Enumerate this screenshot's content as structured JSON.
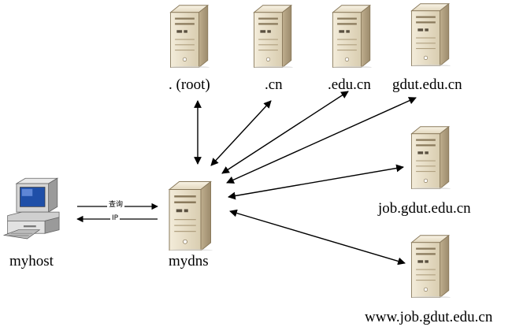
{
  "nodes": {
    "root": {
      "label": ". (root)",
      "icon": "server-icon"
    },
    "cn": {
      "label": ".cn",
      "icon": "server-icon"
    },
    "edu": {
      "label": ".edu.cn",
      "icon": "server-icon"
    },
    "gdut": {
      "label": "gdut.edu.cn",
      "icon": "server-icon"
    },
    "job": {
      "label": "job.gdut.edu.cn",
      "icon": "server-icon"
    },
    "www": {
      "label": "www.job.gdut.edu.cn",
      "icon": "server-icon"
    },
    "mydns": {
      "label": "mydns",
      "icon": "server-icon"
    },
    "myhost": {
      "label": "myhost",
      "icon": "desktop-computer-icon"
    }
  },
  "edges": {
    "query_label": "查询",
    "reply_label": "IP"
  },
  "colors": {
    "server_body": "#e6dcc3",
    "server_side": "#b9a98a",
    "arrow": "#000000"
  }
}
